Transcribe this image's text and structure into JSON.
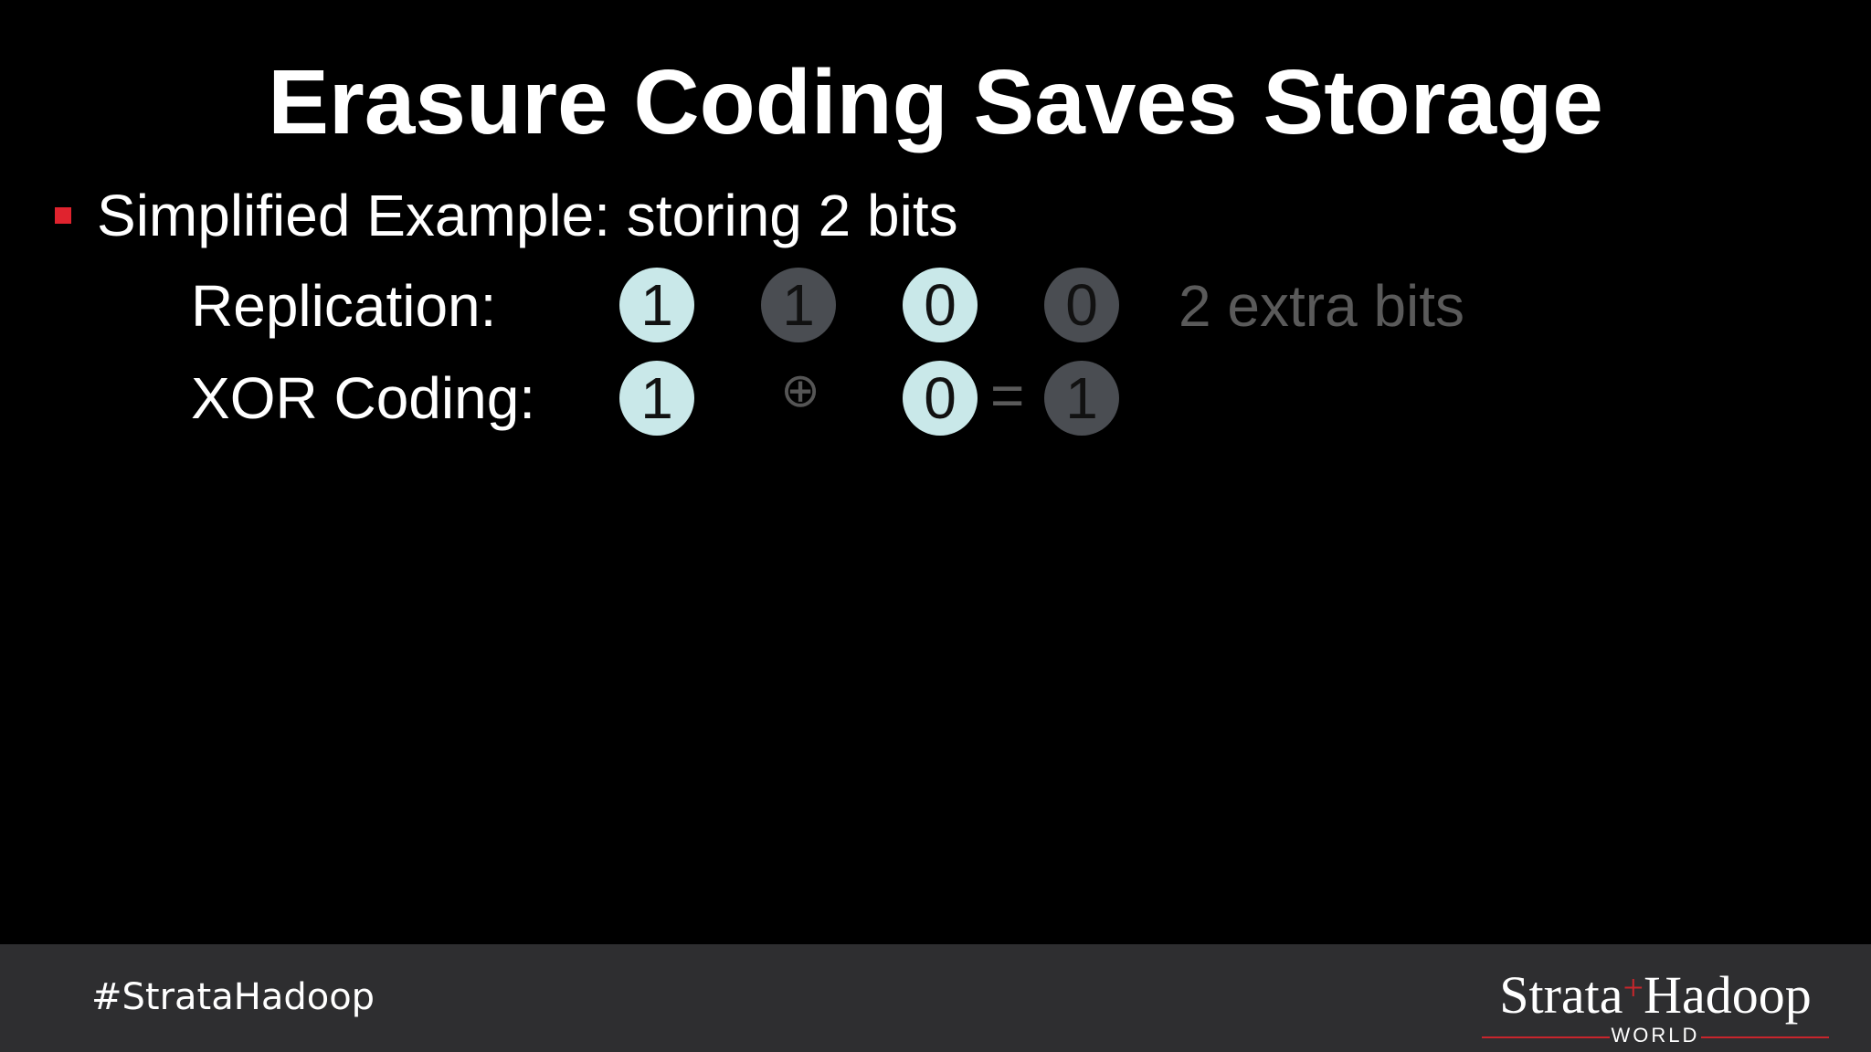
{
  "slide": {
    "title": "Erasure Coding Saves Storage",
    "bullet": "Simplified Example: storing 2 bits"
  },
  "replication": {
    "label": "Replication:",
    "bits": [
      "1",
      "1",
      "0",
      "0"
    ],
    "note": "2 extra bits"
  },
  "xor": {
    "label": "XOR Coding:",
    "bits": [
      "1",
      "0",
      "1"
    ],
    "operator": "⊕",
    "equals": "="
  },
  "footer": {
    "hashtag": "#StrataHadoop",
    "logo_left": "Strata",
    "logo_plus": "+",
    "logo_right": "Hadoop",
    "logo_sub": "WORLD"
  },
  "colors": {
    "bit_light": "#c9e8e9",
    "bit_dark": "#4a4d52",
    "accent_red": "#e0232e",
    "footer_bg": "#2e2e30"
  }
}
